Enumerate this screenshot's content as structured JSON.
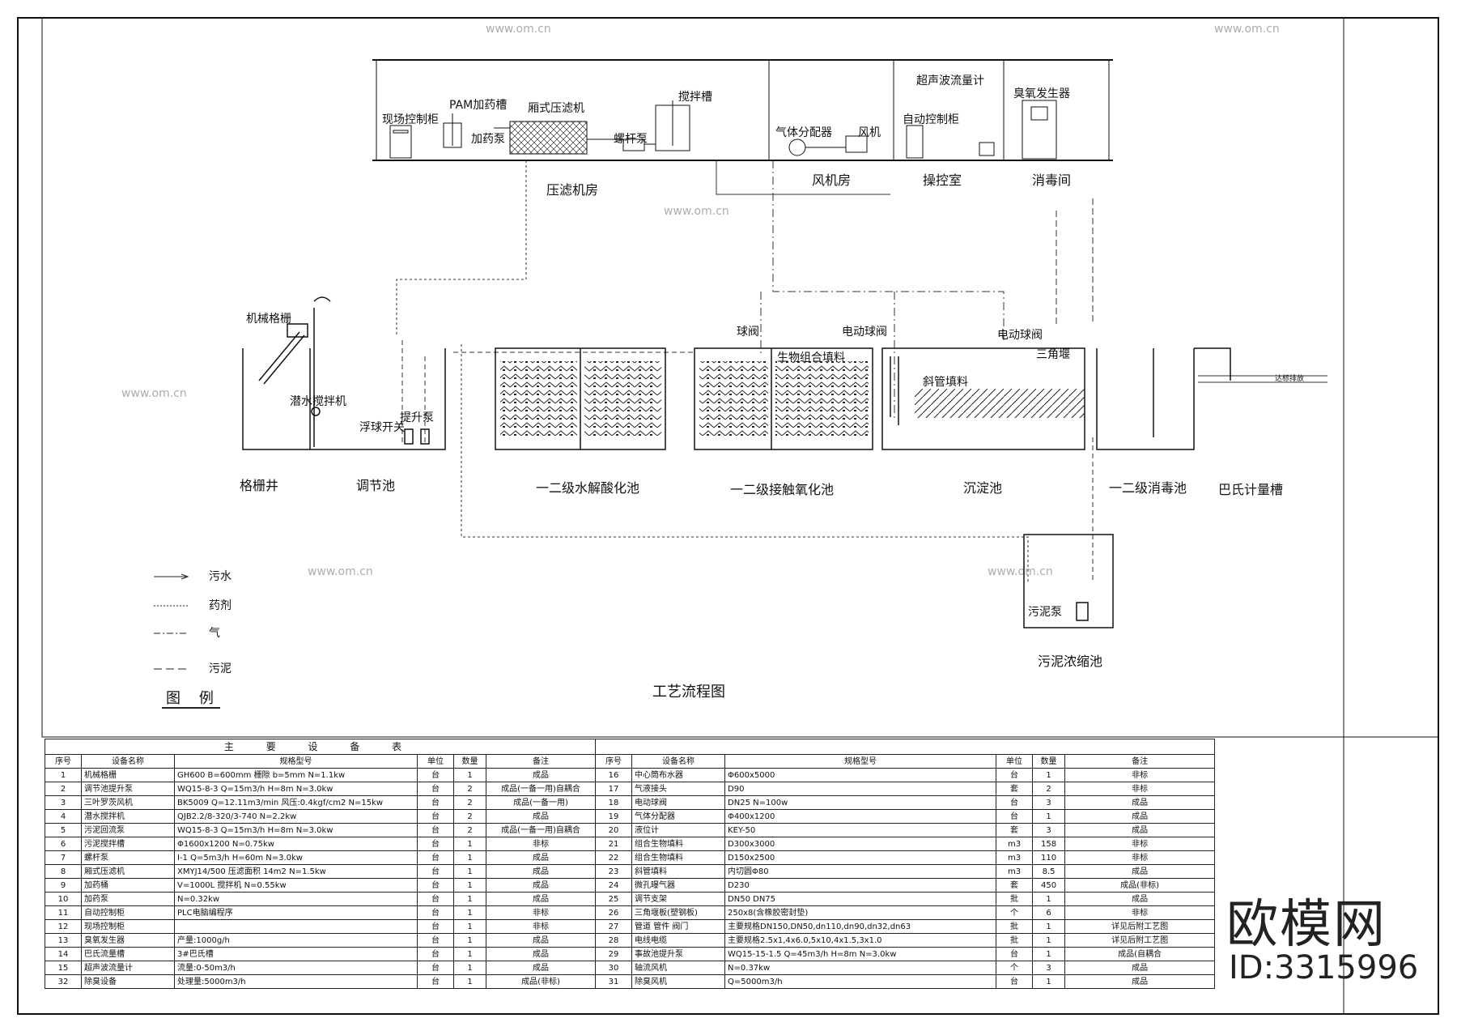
{
  "watermark": {
    "logo": "欧模网",
    "id": "ID:3315996",
    "site": "www.om.cn"
  },
  "diagram": {
    "title": "工艺流程图",
    "rooms": {
      "press_room": "压滤机房",
      "blower_room": "风机房",
      "control_room": "操控室",
      "disinfect_room": "消毒间"
    },
    "equipment_labels": {
      "site_cabinet": "现场控制柜",
      "pam_tank": "PAM加药槽",
      "dosing_pump": "加药泵",
      "filter_press": "厢式压滤机",
      "screw_pump": "螺杆泵",
      "mix_tank": "搅拌槽",
      "gas_distributor": "气体分配器",
      "blower": "风机",
      "ultrasonic_meter": "超声波流量计",
      "auto_cabinet": "自动控制柜",
      "ozone_gen": "臭氧发生器",
      "bar_screen": "机械格栅",
      "sub_mixer": "潜水搅拌机",
      "float_switch": "浮球开关",
      "lift_pump": "提升泵",
      "ball_valve": "球阀",
      "elec_valve_1": "电动球阀",
      "elec_valve_2": "电动球阀",
      "combo_packing": "生物组合填料",
      "tube_packing": "斜管填料",
      "triangle_weir": "三角堰",
      "sludge_pump": "污泥泵",
      "outflow": "达标排放"
    },
    "tanks": {
      "screen_well": "格栅井",
      "equalization": "调节池",
      "hydrolysis": "一二级水解酸化池",
      "contact_oxidation": "一二级接触氧化池",
      "sedimentation": "沉淀池",
      "disinfection": "一二级消毒池",
      "parshall": "巴氏计量槽",
      "sludge_thickener": "污泥浓缩池"
    },
    "legend": {
      "title": "图    例",
      "items": [
        "污水",
        "药剂",
        "气",
        "污泥"
      ]
    }
  },
  "table": {
    "title": "主 要 设 备 表",
    "headers": [
      "序号",
      "设备名称",
      "规格型号",
      "单位",
      "数量",
      "备注",
      "序号",
      "设备名称",
      "规格型号",
      "单位",
      "数量",
      "备注"
    ],
    "rows": [
      [
        "1",
        "机械格栅",
        "GH600  B=600mm  栅隙 b=5mm  N=1.1kw",
        "台",
        "1",
        "成品",
        "16",
        "中心筒布水器",
        "Φ600x5000",
        "台",
        "1",
        "非标"
      ],
      [
        "2",
        "调节池提升泵",
        "WQ15-8-3 Q=15m3/h H=8m  N=3.0kw",
        "台",
        "2",
        "成品(一备一用)自耦合",
        "17",
        "气液接头",
        "D90",
        "套",
        "2",
        "非标"
      ],
      [
        "3",
        "三叶罗茨风机",
        "BK5009  Q=12.11m3/min 风压:0.4kgf/cm2  N=15kw",
        "台",
        "2",
        "成品(一备一用)",
        "18",
        "电动球阀",
        "DN25        N=100w",
        "台",
        "3",
        "成品"
      ],
      [
        "4",
        "潜水搅拌机",
        "QJB2.2/8-320/3-740  N=2.2kw",
        "台",
        "2",
        "成品",
        "19",
        "气体分配器",
        "Φ400x1200",
        "台",
        "1",
        "成品"
      ],
      [
        "5",
        "污泥回流泵",
        "WQ15-8-3 Q=15m3/h H=8m  N=3.0kw",
        "台",
        "2",
        "成品(一备一用)自耦合",
        "20",
        "液位计",
        "KEY-50",
        "套",
        "3",
        "成品"
      ],
      [
        "6",
        "污泥搅拌槽",
        "Φ1600x1200  N=0.75kw",
        "台",
        "1",
        "非标",
        "21",
        "组合生物填料",
        "D300x3000",
        "m3",
        "158",
        "非标"
      ],
      [
        "7",
        "螺杆泵",
        "I-1  Q=5m3/h H=60m  N=3.0kw",
        "台",
        "1",
        "成品",
        "22",
        "组合生物填料",
        "D150x2500",
        "m3",
        "110",
        "非标"
      ],
      [
        "8",
        "厢式压滤机",
        "XMYJ14/500  压滤面积 14m2  N=1.5kw",
        "台",
        "1",
        "成品",
        "23",
        "斜管填料",
        "内切圆Φ80",
        "m3",
        "8.5",
        "成品"
      ],
      [
        "9",
        "加药桶",
        "V=1000L  搅拌机  N=0.55kw",
        "台",
        "1",
        "成品",
        "24",
        "微孔曝气器",
        "D230",
        "套",
        "450",
        "成品(非标)"
      ],
      [
        "10",
        "加药泵",
        "N=0.32kw",
        "台",
        "1",
        "成品",
        "25",
        "调节支架",
        "DN50  DN75",
        "批",
        "1",
        "成品"
      ],
      [
        "11",
        "自动控制柜",
        "PLC电脑编程序",
        "台",
        "1",
        "非标",
        "26",
        "三角堰板(塑钢板)",
        "250x8(含橡胶密封垫)",
        "个",
        "6",
        "非标"
      ],
      [
        "12",
        "现场控制柜",
        "",
        "台",
        "1",
        "非标",
        "27",
        "管道 管件 阀门",
        "主要规格DN150,DN50,dn110,dn90,dn32,dn63",
        "批",
        "1",
        "详见后附工艺图"
      ],
      [
        "13",
        "臭氧发生器",
        "产量:1000g/h",
        "台",
        "1",
        "成品",
        "28",
        "电线电缆",
        "主要规格2.5x1,4x6.0,5x10,4x1.5,3x1.0",
        "批",
        "1",
        "详见后附工艺图"
      ],
      [
        "14",
        "巴氏流量槽",
        "3#巴氏槽",
        "台",
        "1",
        "成品",
        "29",
        "事故池提升泵",
        "WQ15-15-1.5 Q=45m3/h H=8m N=3.0kw",
        "台",
        "1",
        "成品(自耦合"
      ],
      [
        "15",
        "超声波流量计",
        "流量:0-50m3/h",
        "台",
        "1",
        "成品",
        "30",
        "轴流风机",
        "N=0.37kw",
        "个",
        "3",
        "成品"
      ],
      [
        "32",
        "除臭设备",
        "处理量:5000m3/h",
        "台",
        "1",
        "成品(非标)",
        "31",
        "除臭风机",
        "Q=5000m3/h",
        "台",
        "1",
        "成品"
      ]
    ]
  }
}
